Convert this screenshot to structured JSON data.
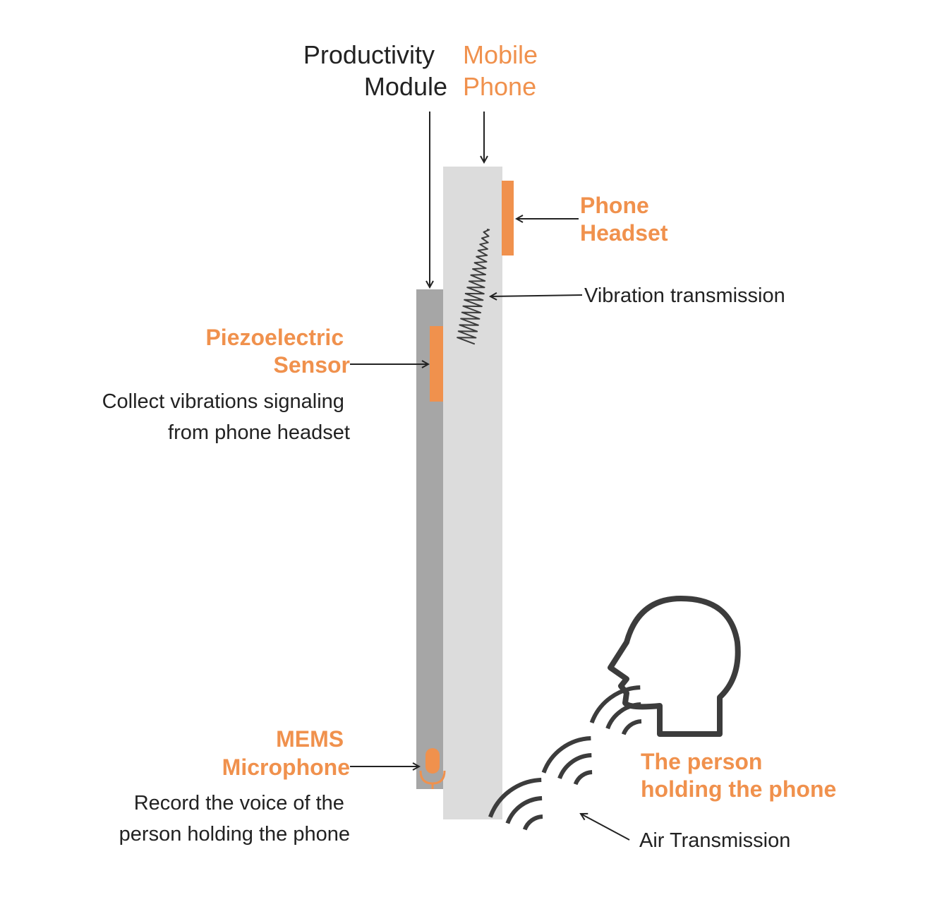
{
  "colors": {
    "accent": "#F0914D",
    "text_dark": "#222222",
    "module_body": "#A6A6A6",
    "phone_body": "#DCDCDC",
    "stroke_dark": "#3C3C3C"
  },
  "labels": {
    "productivity_module": [
      "Productivity",
      "Module"
    ],
    "mobile_phone": [
      "Mobile",
      "Phone"
    ],
    "phone_headset": [
      "Phone",
      "Headset"
    ],
    "vibration_transmission": "Vibration transmission",
    "piezo_sensor": [
      "Piezoelectric",
      "Sensor"
    ],
    "piezo_description": [
      "Collect vibrations signaling",
      "from phone headset"
    ],
    "mems_microphone": [
      "MEMS",
      "Microphone"
    ],
    "mems_description": [
      "Record the voice  of the",
      "person holding the phone"
    ],
    "person": [
      "The person",
      "holding the phone"
    ],
    "air_transmission": "Air Transmission"
  },
  "icons": {
    "microphone": "microphone-icon",
    "head": "person-head-icon",
    "sound_waves": "sound-waves-icon",
    "spring": "vibration-spring-icon"
  }
}
